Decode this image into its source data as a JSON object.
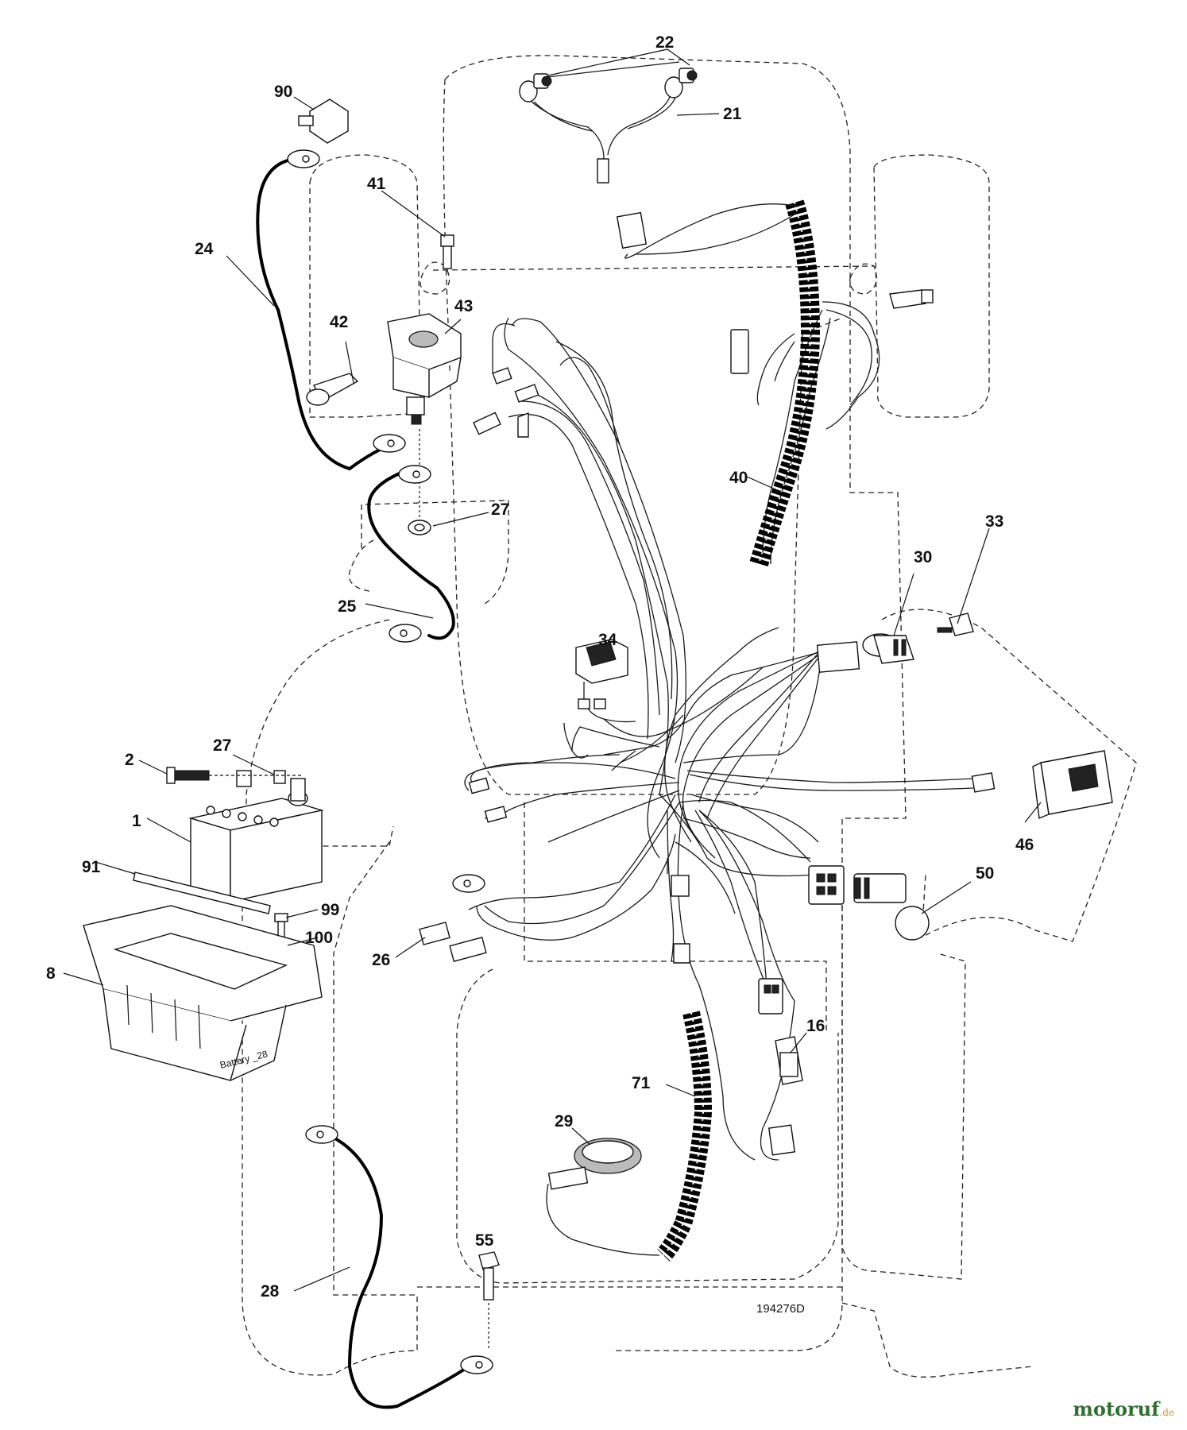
{
  "callouts": {
    "c22": "22",
    "c21": "21",
    "c90": "90",
    "c41": "41",
    "c24": "24",
    "c43": "43",
    "c42": "42",
    "c40": "40",
    "c27a": "27",
    "c25": "25",
    "c33": "33",
    "c30": "30",
    "c34": "34",
    "c27b": "27",
    "c2": "2",
    "c1": "1",
    "c91": "91",
    "c99": "99",
    "c100": "100",
    "c8": "8",
    "c26": "26",
    "c46": "46",
    "c50": "50",
    "c16": "16",
    "c71": "71",
    "c29": "29",
    "c55": "55",
    "c28": "28"
  },
  "figure_code": "194276D",
  "battery_label": "Battery _28",
  "watermark": {
    "main": "motoruf",
    "suffix": ".de"
  }
}
